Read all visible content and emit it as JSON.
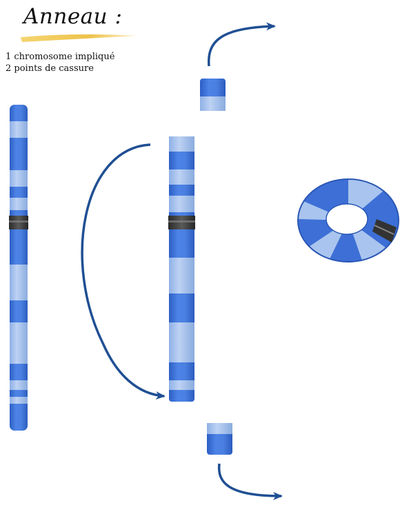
{
  "title": "Anneau :",
  "subtitle_lines": [
    "1 chromosome impliqué",
    "2 points de cassure"
  ],
  "colors": {
    "chromosome_blue": "#3d6fd6",
    "chromosome_light": "#a9c4ee",
    "breakpoint_dark": "#3a3a3a",
    "arrow": "#1f4f93",
    "underline": "#f0c040"
  },
  "icons": {
    "arrow": "curved-arrow-icon"
  }
}
